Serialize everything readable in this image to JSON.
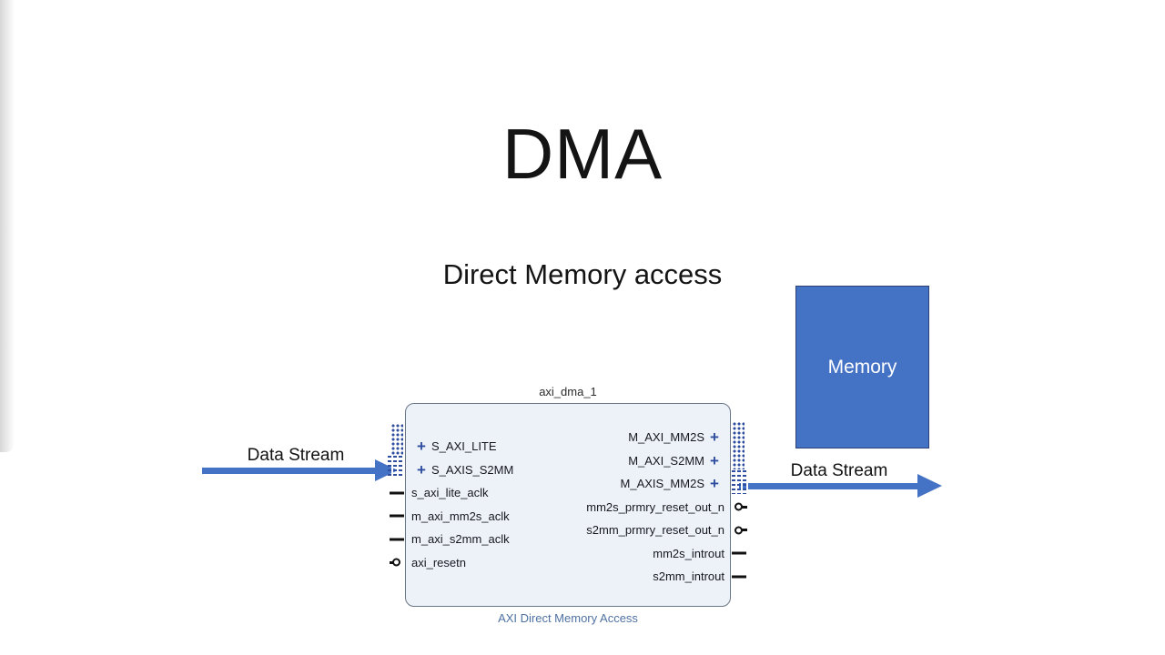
{
  "slide": {
    "title": "DMA",
    "subtitle": "Direct Memory access"
  },
  "memory": {
    "label": "Memory"
  },
  "data_stream_left": {
    "label": "Data Stream"
  },
  "data_stream_right": {
    "label": "Data Stream"
  },
  "ip_block": {
    "instance_name": "axi_dma_1",
    "type_label": "AXI Direct Memory Access",
    "left_ports": [
      {
        "label": "S_AXI_LITE",
        "kind": "interface",
        "expand": "+"
      },
      {
        "label": "S_AXIS_S2MM",
        "kind": "interface",
        "expand": "+"
      },
      {
        "label": "s_axi_lite_aclk",
        "kind": "clock"
      },
      {
        "label": "m_axi_mm2s_aclk",
        "kind": "clock"
      },
      {
        "label": "m_axi_s2mm_aclk",
        "kind": "clock"
      },
      {
        "label": "axi_resetn",
        "kind": "reset"
      }
    ],
    "right_ports": [
      {
        "label": "M_AXI_MM2S",
        "kind": "interface",
        "expand": "+"
      },
      {
        "label": "M_AXI_S2MM",
        "kind": "interface",
        "expand": "+"
      },
      {
        "label": "M_AXIS_MM2S",
        "kind": "interface",
        "expand": "+"
      },
      {
        "label": "mm2s_prmry_reset_out_n",
        "kind": "reset"
      },
      {
        "label": "s2mm_prmry_reset_out_n",
        "kind": "reset"
      },
      {
        "label": "mm2s_introut",
        "kind": "signal"
      },
      {
        "label": "s2mm_introut",
        "kind": "signal"
      }
    ]
  },
  "colors": {
    "accent_blue": "#4472c4",
    "memory_fill": "#4472c4",
    "memory_border": "#2c3f77",
    "interface_blue": "#2e4d9e",
    "block_fill": "#edf2f9",
    "block_border": "#6a7686",
    "type_label_blue": "#4f72a3"
  }
}
